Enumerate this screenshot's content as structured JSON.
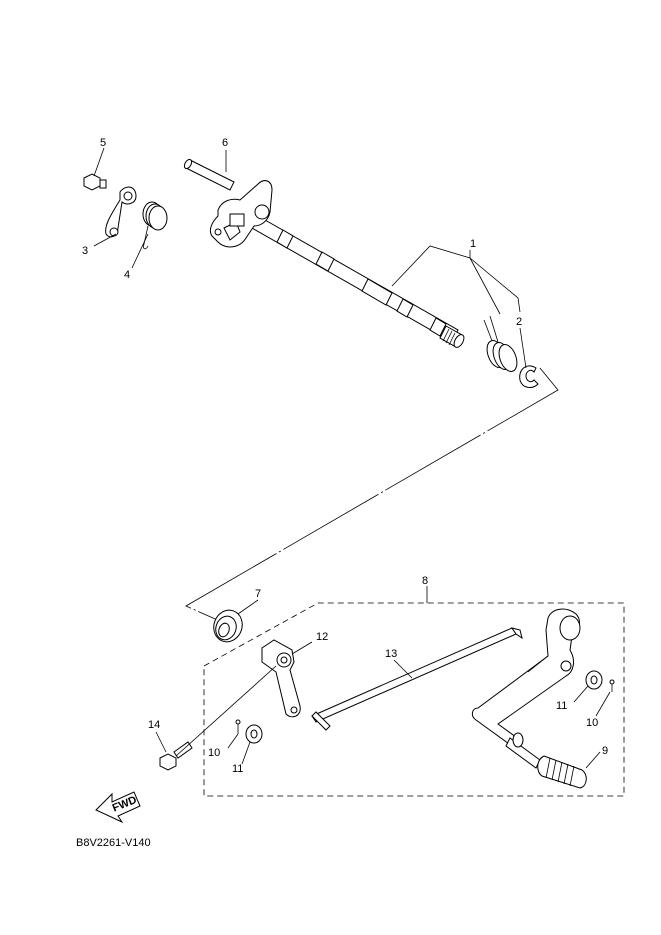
{
  "diagram": {
    "callouts": {
      "c1": "1",
      "c2": "2",
      "c3": "3",
      "c4": "4",
      "c5": "5",
      "c6": "6",
      "c7": "7",
      "c8": "8",
      "c9": "9",
      "c10a": "10",
      "c10b": "10",
      "c11a": "11",
      "c11b": "11",
      "c12": "12",
      "c13": "13",
      "c14": "14"
    },
    "fwd_label": "FWD",
    "part_code": "B8V2261-V140"
  }
}
